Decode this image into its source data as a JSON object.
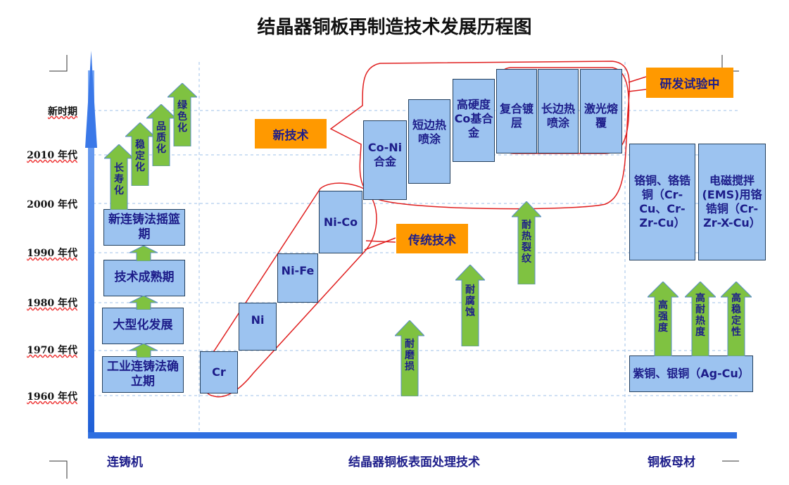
{
  "title": "结晶器铜板再制造技术发展历程图",
  "y_labels": [
    "新时期",
    "2010 年代",
    "2000 年代",
    "1990 年代",
    "1980 年代",
    "1970 年代",
    "1960 年代"
  ],
  "left_column": {
    "boxes": [
      "工业连铸法确立期",
      "大型化发展",
      "技术成熟期",
      "新连铸法摇篮期"
    ],
    "arrows": [
      "长寿化",
      "稳定化",
      "品质化",
      "绿色化"
    ]
  },
  "middle_column": {
    "boxes": [
      "Cr",
      "Ni",
      "Ni-Fe",
      "Ni-Co",
      "Co-Ni合金",
      "短边热喷涂",
      "高硬度Co基合金",
      "复合镀层",
      "长边热喷涂",
      "激光熔覆"
    ],
    "callouts": {
      "new": "新技术",
      "traditional": "传统技术",
      "research": "研发试验中"
    },
    "arrows": [
      "耐磨损",
      "耐腐蚀",
      "耐热裂纹"
    ]
  },
  "right_column": {
    "boxes": [
      "紫铜、银铜（Ag-Cu）",
      "铬铜、铬锆铜（Cr-Cu、Cr-Zr-Cu）",
      "电磁搅拌(EMS)用铬锆铜（Cr-Zr-X-Cu）"
    ],
    "arrows": [
      "高强度",
      "高耐热度",
      "高稳定性"
    ]
  },
  "bottom_labels": {
    "left": "连铸机",
    "middle": "结晶器铜板表面处理技术",
    "right": "铜板母材"
  },
  "colors": {
    "box_fill": "#9cc3f0",
    "callout": "#ff9900",
    "arrow_green": "#7fc241",
    "axis_blue": "#2f6fe0",
    "outline_red": "#e02020"
  }
}
